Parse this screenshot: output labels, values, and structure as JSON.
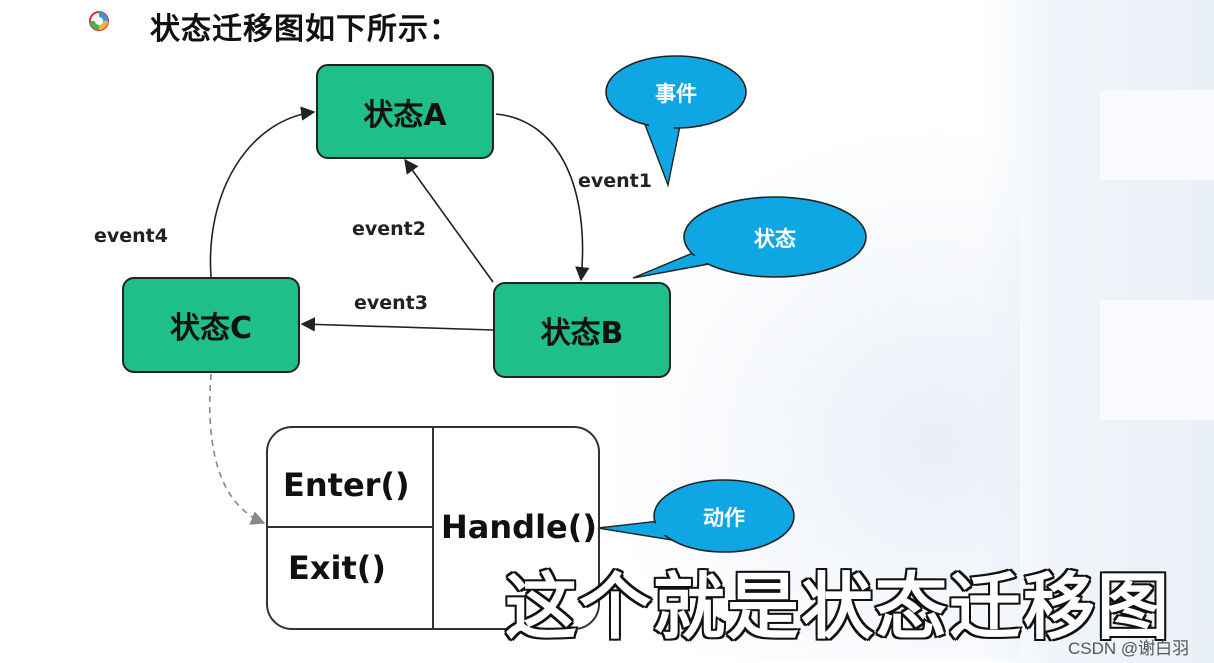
{
  "title": "状态迁移图如下所示：",
  "states": {
    "a": "状态A",
    "b": "状态B",
    "c": "状态C"
  },
  "events": {
    "e1": "event1",
    "e2": "event2",
    "e3": "event3",
    "e4": "event4"
  },
  "callouts": {
    "event": "事件",
    "state": "状态",
    "action": "动作"
  },
  "actions": {
    "enter": "Enter()",
    "exit": "Exit()",
    "handle": "Handle()"
  },
  "subtitle": "这个就是状态迁移图",
  "watermark": "CSDN @谢白羽",
  "colors": {
    "state_fill": "#1fbf8c",
    "callout_fill": "#0fa6e4",
    "outline": "#222222"
  }
}
